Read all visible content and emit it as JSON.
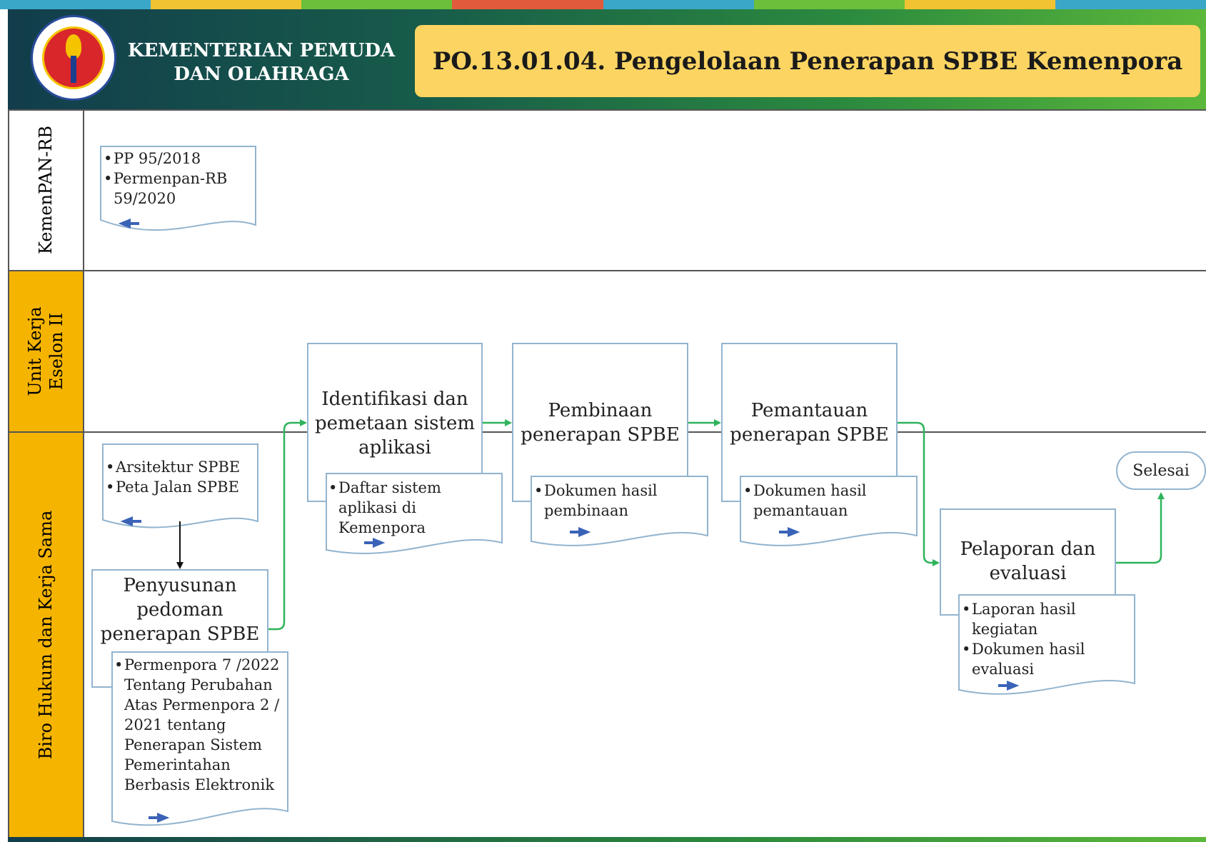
{
  "header": {
    "org_name_line1": "KEMENTERIAN PEMUDA",
    "org_name_line2": "DAN OLAHRAGA",
    "title": "PO.13.01.04.  Pengelolaan Penerapan  SPBE Kemenpora",
    "logo": "kemenpora-logo",
    "colors": {
      "header_dark": "#123d4c",
      "header_light": "#5cb83a",
      "title_box": "#fbd462",
      "lane_accent": "#f5b400"
    }
  },
  "lanes": [
    {
      "label_lines": [
        "KemenPAN-RB"
      ],
      "accent": false
    },
    {
      "label_lines": [
        "Unit Kerja",
        "Eselon II"
      ],
      "accent": true
    },
    {
      "label_lines": [
        "Biro Hukum dan Kerja Sama"
      ],
      "accent": true
    }
  ],
  "documents": {
    "regulations": {
      "items": [
        "PP 95/2018",
        "Permenpan-RB",
        "59/2020"
      ],
      "arrow": "arrow-left-icon"
    },
    "architecture": {
      "items": [
        "Arsitektur SPBE",
        "Peta Jalan SPBE"
      ],
      "arrow": "arrow-left-icon"
    },
    "guideline": {
      "lines": [
        "Permenpora 7 /2022",
        "Tentang Perubahan",
        "Atas Permenpora 2 /",
        "2021 tentang",
        "Penerapan Sistem",
        "Pemerintahan",
        "Berbasis Elektronik"
      ],
      "arrow": "arrow-right-icon"
    },
    "app_list": {
      "lines": [
        "Daftar sistem",
        "aplikasi di",
        "Kemenpora"
      ],
      "arrow": "arrow-right-icon"
    },
    "coaching_doc": {
      "lines": [
        "Dokumen hasil",
        "pembinaan"
      ],
      "arrow": "arrow-right-icon"
    },
    "monitoring_doc": {
      "lines": [
        "Dokumen hasil",
        "pemantauan"
      ],
      "arrow": "arrow-right-icon"
    },
    "report_doc": {
      "items": [
        "Laporan hasil kegiatan",
        "Dokumen hasil evaluasi"
      ],
      "lines1": [
        "Laporan hasil",
        "kegiatan"
      ],
      "lines2": [
        "Dokumen hasil",
        "evaluasi"
      ],
      "arrow": "arrow-right-icon"
    }
  },
  "processes": {
    "guideline": {
      "lines": [
        "Penyusunan",
        "pedoman",
        "penerapan SPBE"
      ]
    },
    "identify": {
      "lines": [
        "Identifikasi dan",
        "pemetaan sistem",
        "aplikasi"
      ]
    },
    "coaching": {
      "lines": [
        "Pembinaan",
        "penerapan SPBE"
      ]
    },
    "monitoring": {
      "lines": [
        "Pemantauan",
        "penerapan SPBE"
      ]
    },
    "reporting": {
      "lines": [
        "Pelaporan dan",
        "evaluasi"
      ]
    }
  },
  "end_node": "Selesai"
}
